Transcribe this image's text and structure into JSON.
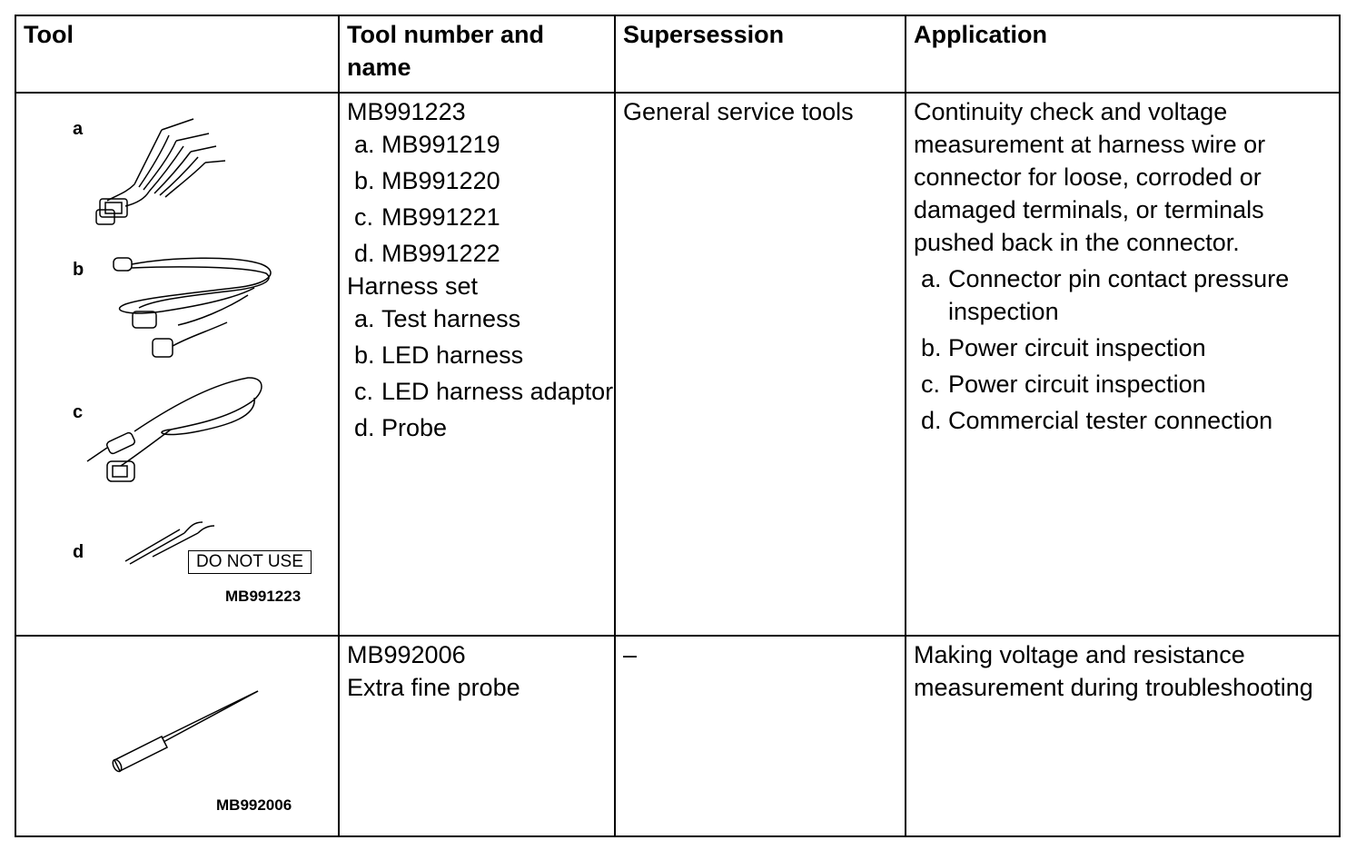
{
  "headers": {
    "tool": "Tool",
    "number_name": "Tool number and name",
    "supersession": "Supersession",
    "application": "Application"
  },
  "rows": [
    {
      "tool_number": "MB991223",
      "sub_numbers": [
        {
          "marker": "a.",
          "text": "MB991219"
        },
        {
          "marker": "b.",
          "text": "MB991220"
        },
        {
          "marker": "c.",
          "text": "MB991221"
        },
        {
          "marker": "d.",
          "text": "MB991222"
        }
      ],
      "tool_name": "Harness set",
      "sub_names": [
        {
          "marker": "a.",
          "text": "Test harness"
        },
        {
          "marker": "b.",
          "text": "LED harness"
        },
        {
          "marker": "c.",
          "text": "LED harness adaptor"
        },
        {
          "marker": "d.",
          "text": "Probe"
        }
      ],
      "supersession": "General service tools",
      "application": "Continuity check and voltage measurement at harness wire or connector for loose, corroded or damaged terminals, or terminals pushed back in the connector.",
      "application_items": [
        {
          "marker": "a.",
          "text": "Connector pin contact pressure inspection"
        },
        {
          "marker": "b.",
          "text": "Power circuit inspection"
        },
        {
          "marker": "c.",
          "text": "Power circuit inspection"
        },
        {
          "marker": "d.",
          "text": "Commercial tester connection"
        }
      ],
      "illustration": {
        "labels": [
          "a",
          "b",
          "c",
          "d"
        ],
        "warning": "DO NOT USE",
        "caption": "MB991223"
      }
    },
    {
      "tool_number": "MB992006",
      "tool_name": "Extra fine probe",
      "supersession": "–",
      "application": "Making voltage and resistance measurement during troubleshooting",
      "illustration": {
        "caption": "MB992006"
      }
    }
  ]
}
